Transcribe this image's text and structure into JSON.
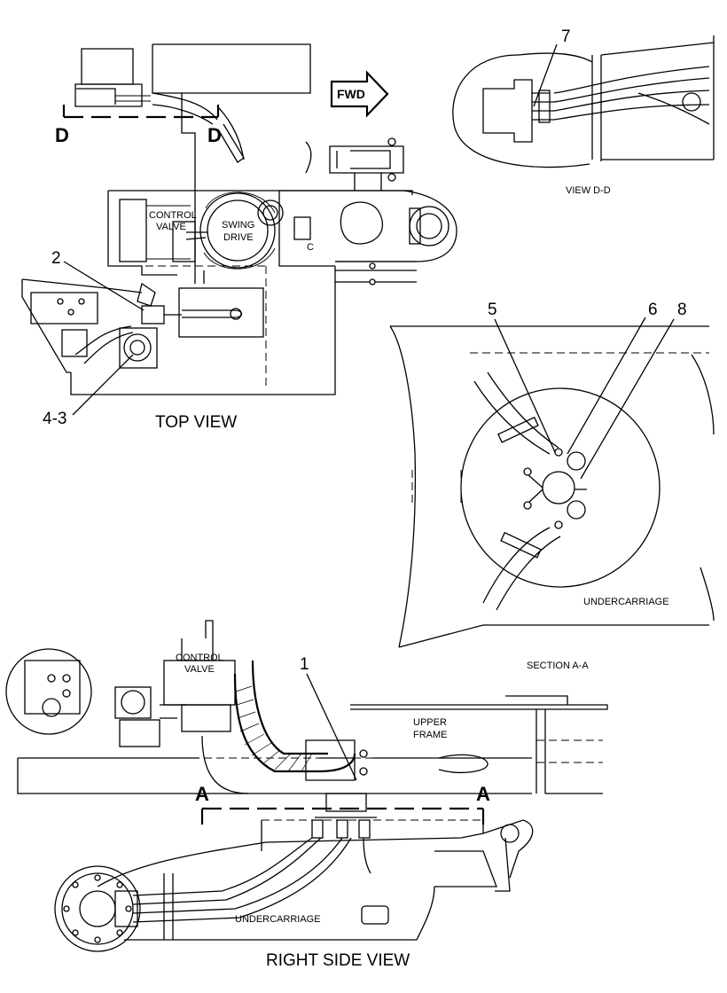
{
  "views": {
    "top_view": "TOP VIEW",
    "right_side_view": "RIGHT SIDE VIEW",
    "view_dd": "VIEW D-D",
    "section_aa": "SECTION A-A"
  },
  "callouts": {
    "c1": "1",
    "c2": "2",
    "c43": "4-3",
    "c5": "5",
    "c6": "6",
    "c7": "7",
    "c8": "8"
  },
  "section_markers": {
    "d_left": "D",
    "d_right": "D",
    "a_left": "A",
    "a_right": "A"
  },
  "labels": {
    "fwd": "FWD",
    "control_valve_top_1": "CONTROL",
    "control_valve_top_2": "VALVE",
    "swing_drive_1": "SWING",
    "swing_drive_2": "DRIVE",
    "top_c": "C",
    "control_valve_side_1": "CONTROL",
    "control_valve_side_2": "VALVE",
    "upper_frame_1": "UPPER",
    "upper_frame_2": "FRAME",
    "undercarriage_section": "UNDERCARRIAGE",
    "undercarriage_side": "UNDERCARRIAGE"
  }
}
